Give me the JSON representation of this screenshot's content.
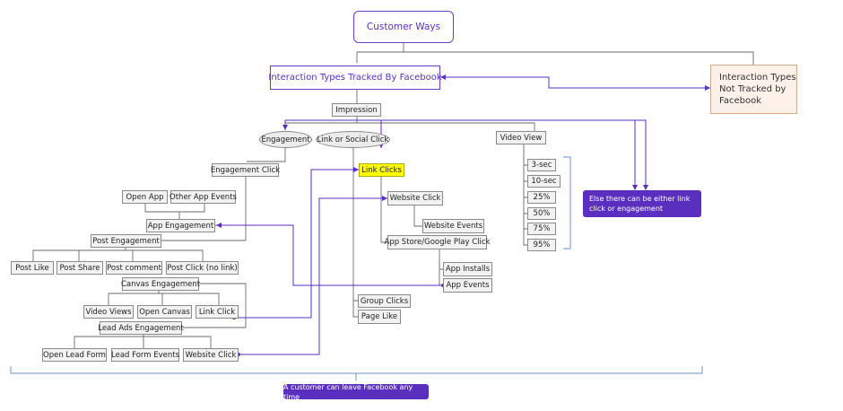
{
  "nodes": {
    "customer_ways": "Customer Ways",
    "interaction_types_tracked": "Interaction Types Tracked By Facebook",
    "interaction_types_not_tracked": "Interaction Types Not Tracked by Facebook",
    "impression": "Impression",
    "engagement": "Engagement",
    "link_or_social_click": "Link or Social Click",
    "video_view": "Video View",
    "engagement_click": "Engagement Click",
    "link_clicks": "Link Clicks",
    "open_app": "Open App",
    "other_app_events": "Other App Events",
    "app_engagement": "App Engagement",
    "post_engagement": "Post Engagement",
    "post_like": "Post Like",
    "post_share": "Post Share",
    "post_comment": "Post comment",
    "post_click_no_link": "Post Click (no link)",
    "canvas_engagement": "Canvas Engagement",
    "video_views": "Video Views",
    "open_canvas": "Open Canvas",
    "canvas_link_click": "Link Click",
    "lead_ads_engagement": "Lead Ads Engagement",
    "open_lead_form": "Open Lead Form",
    "lead_form_events": "Lead Form Events",
    "lead_website_click": "Website Click",
    "website_click": "Website Click",
    "website_events": "Website Events",
    "app_store_click": "App Store/Google Play Click",
    "app_installs": "App Installs",
    "app_events": "App Events",
    "group_clicks": "Group Clicks",
    "page_like": "Page Like",
    "v3": "3-sec",
    "v10": "10-sec",
    "p25": "25%",
    "p50": "50%",
    "p75": "75%",
    "p95": "95%"
  },
  "notes": {
    "else_note": "Else there can be either link click or engagement",
    "leave_note": "A customer can leave Facebook any time"
  },
  "colors": {
    "accent": "#5a2fc0",
    "connector": "#6b6b6b",
    "bracket": "#6f8fd6",
    "highlight": "#ffff00"
  }
}
